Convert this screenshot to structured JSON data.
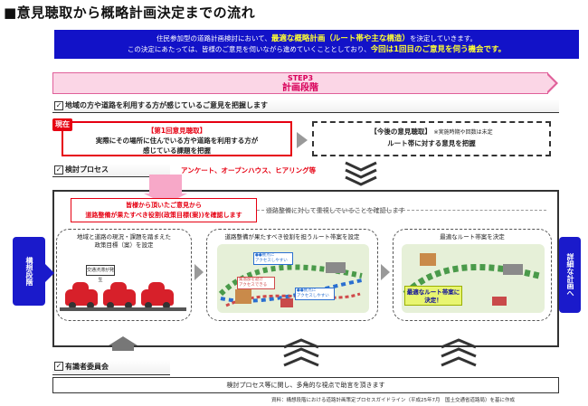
{
  "title": "■意見聴取から概略計画決定までの流れ",
  "banner": {
    "line1_pre": "住民参加型の道路計画検討において、",
    "line1_em": "最適な概略計画（ルート帯や主な構造）",
    "line1_post": "を決定していきます。",
    "line2_pre": "この決定にあたっては、皆様のご意見を伺いながら進めていくこととしており、",
    "line2_em": "今回は1回目のご意見を伺う機会です。"
  },
  "step": {
    "label": "STEP3",
    "name": "計画段階"
  },
  "rows": {
    "row1": "地域の方や道路を利用する方が感じているご意見を把握します",
    "row2": "検討プロセス",
    "row3": "有識者委員会"
  },
  "now_badge": "現在",
  "first_hearing": {
    "head": "【第1回意見聴取】",
    "line1": "実際にその場所に住んでいる方や道路を利用する方が",
    "line2": "感じている課題を把握"
  },
  "future_hearing": {
    "head": "【今後の意見聴取】",
    "note": "※実施時期や回数は未定",
    "body": "ルート帯に対する意見を把握"
  },
  "survey_methods": "アンケート、オープンハウス、ヒアリング等",
  "objective_box": {
    "line1": "皆様から頂いたご意見から",
    "line2": "道路整備が果たすべき役割(政策目標(案))を確認します"
  },
  "confirm_text": "道路整備に対して重視していることを確認します",
  "left_stage": "構想段階",
  "right_stage": "詳細な計画へ",
  "panels": {
    "p1_title1": "地域と道路の現況・課題を踏まえた",
    "p1_title2": "政策目標（案）を設定",
    "p1_sign": "交通渋滞が発生",
    "p2_title": "道路整備が果たすべき役割を担うルート帯案を設定",
    "p2_label1": "●●拠点に\nアクセスしやすい",
    "p2_label2": "●●拠点に\nアクセスしやすい",
    "p2_label3": "集落部を避け\nアクセスできる",
    "p3_title": "最適なルート帯案を決定",
    "p3_decision1": "最適なルート帯案に",
    "p3_decision2": "決定！"
  },
  "advice": "検討プロセス等に関し、多角的な視点で助言を頂きます",
  "source": "資料：構想段階における道路計画策定プロセスガイドライン（平成25年7月　国土交通省道路局）を基に作成",
  "colors": {
    "blue": "#1a1acb",
    "red": "#e60012",
    "pink": "#f7a8c8",
    "yellow": "#ffff33"
  }
}
